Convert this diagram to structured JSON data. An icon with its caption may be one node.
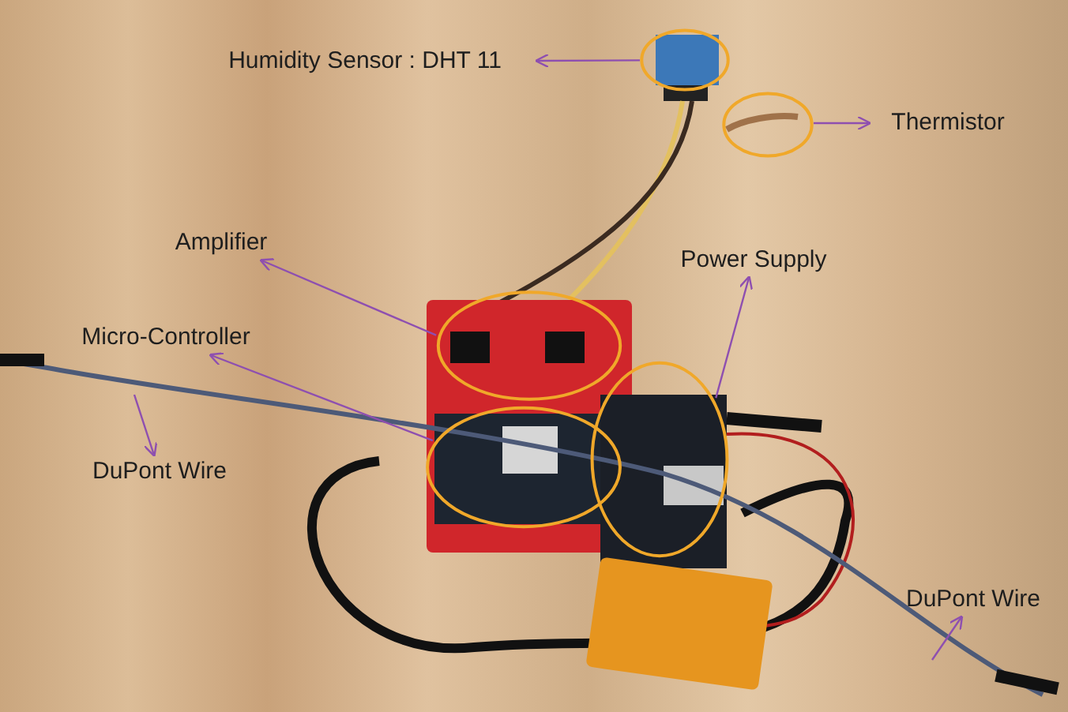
{
  "diagram": {
    "nodes": [
      {
        "text": [
          "Humidity Sensor : DHT 11"
        ]
      },
      {
        "text": [],
        "shape": "circle"
      },
      {
        "text": [
          "Thermistor"
        ]
      },
      {
        "text": [],
        "shape": "circle"
      },
      {
        "text": [
          "Amplifier"
        ]
      },
      {
        "text": [],
        "shape": "circle"
      },
      {
        "text": [
          "Power Supply"
        ]
      },
      {
        "text": [],
        "shape": "circle"
      },
      {
        "text": [
          "Micro-Controller"
        ]
      },
      {
        "text": [],
        "shape": "circle"
      },
      {
        "text": [
          "DuPont Wire"
        ]
      },
      {
        "text": [
          "DuPont Wire"
        ]
      }
    ],
    "edges": [
      {
        "from": 1,
        "to": 0,
        "arrow": "to"
      },
      {
        "from": 3,
        "to": 2,
        "arrow": "to"
      },
      {
        "from": 5,
        "to": 4,
        "arrow": "to"
      },
      {
        "from": 7,
        "to": 6,
        "arrow": "to"
      },
      {
        "from": 9,
        "to": 8,
        "arrow": "to"
      },
      {
        "from": null,
        "to": 10,
        "arrow": "to"
      },
      {
        "from": null,
        "to": 11,
        "arrow": "to"
      }
    ]
  }
}
